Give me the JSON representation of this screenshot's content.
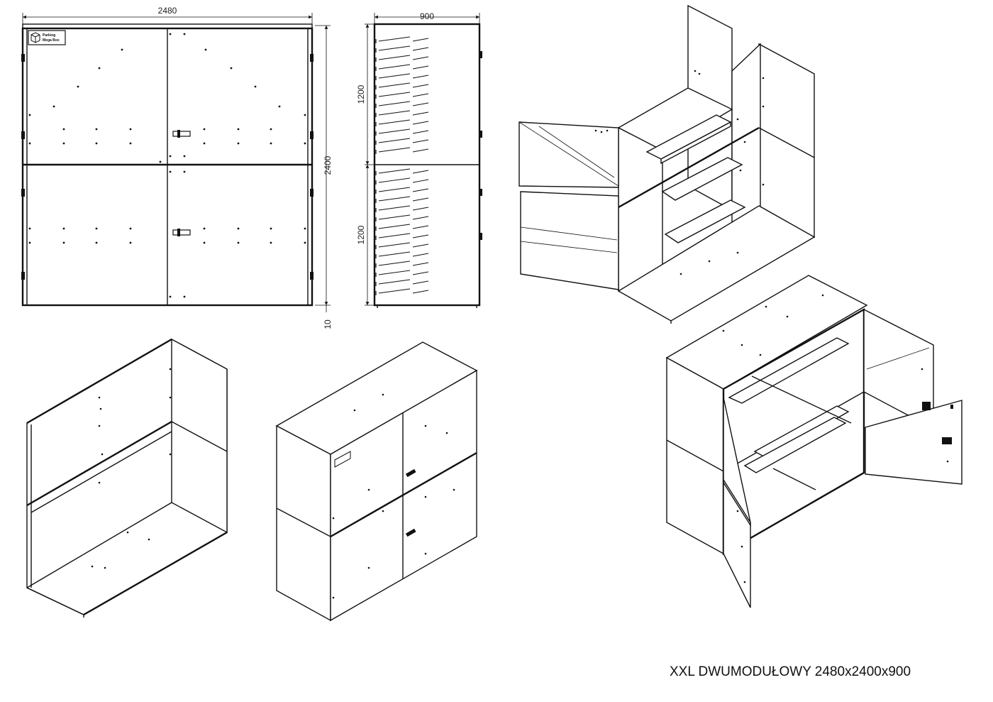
{
  "dimensions": {
    "width": "2480",
    "depth": "900",
    "height_total": "2400",
    "height_upper": "1200",
    "height_lower": "1200",
    "foot": "10"
  },
  "logo": {
    "line1": "Parking",
    "line2": "Mega Box"
  },
  "caption": "XXL DWUMODUŁOWY 2480x2400x900"
}
